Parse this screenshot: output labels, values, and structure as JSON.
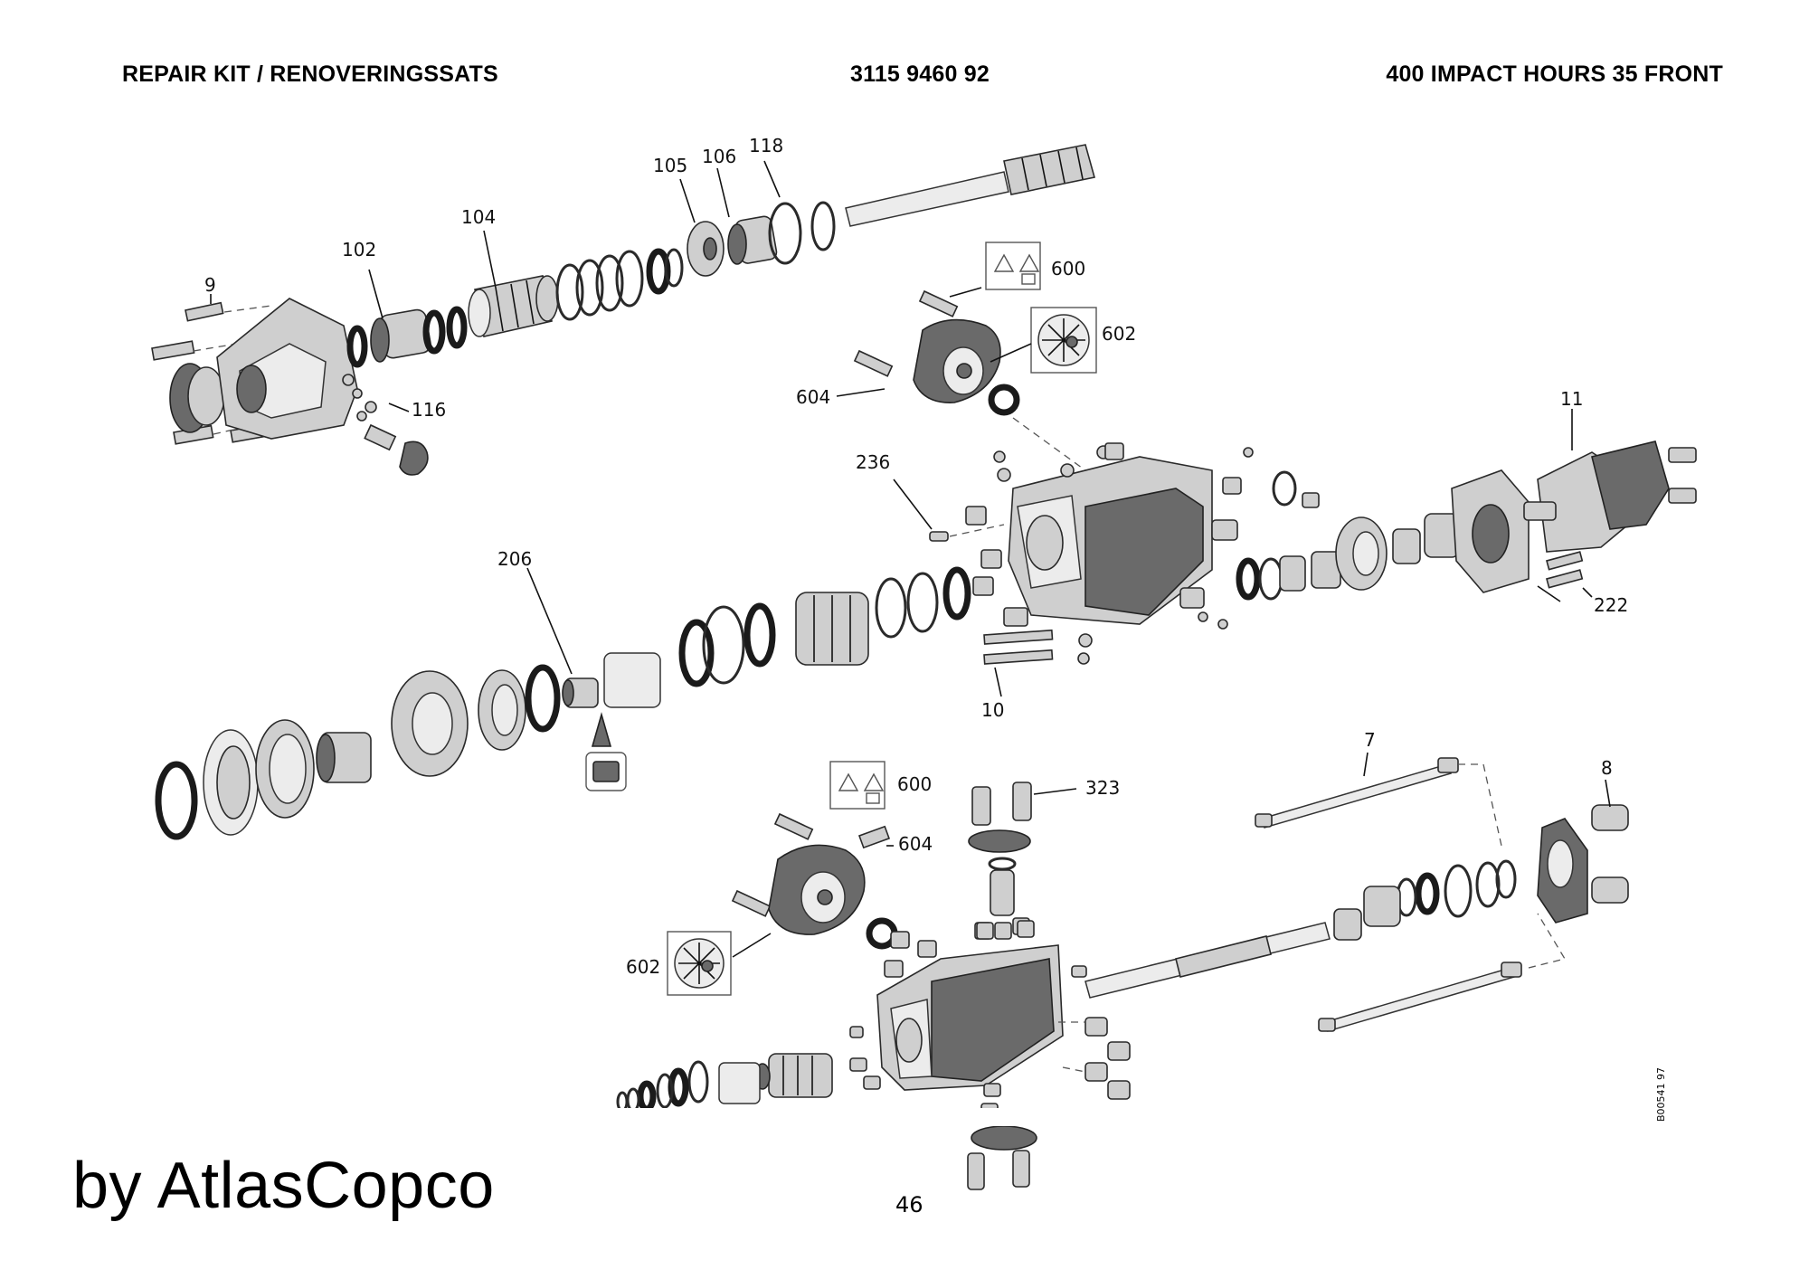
{
  "header": {
    "title": "REPAIR KIT / RENOVERINGSSATS",
    "part_number": "3115 9460 92",
    "description": "400 IMPACT HOURS 35 FRONT"
  },
  "callouts": {
    "c9": "9",
    "c102": "102",
    "c104": "104",
    "c105": "105",
    "c106": "106",
    "c118": "118",
    "c116": "116",
    "c600a": "600",
    "c602a": "602",
    "c604a": "604",
    "c236": "236",
    "c11": "11",
    "c222": "222",
    "c206": "206",
    "c10": "10",
    "c7": "7",
    "c8": "8",
    "c600b": "600",
    "c323": "323",
    "c604b": "604",
    "c602b": "602"
  },
  "footer": {
    "brand": "by AtlasCopco",
    "page_number": "46",
    "drawing_id": "B00541 97"
  }
}
